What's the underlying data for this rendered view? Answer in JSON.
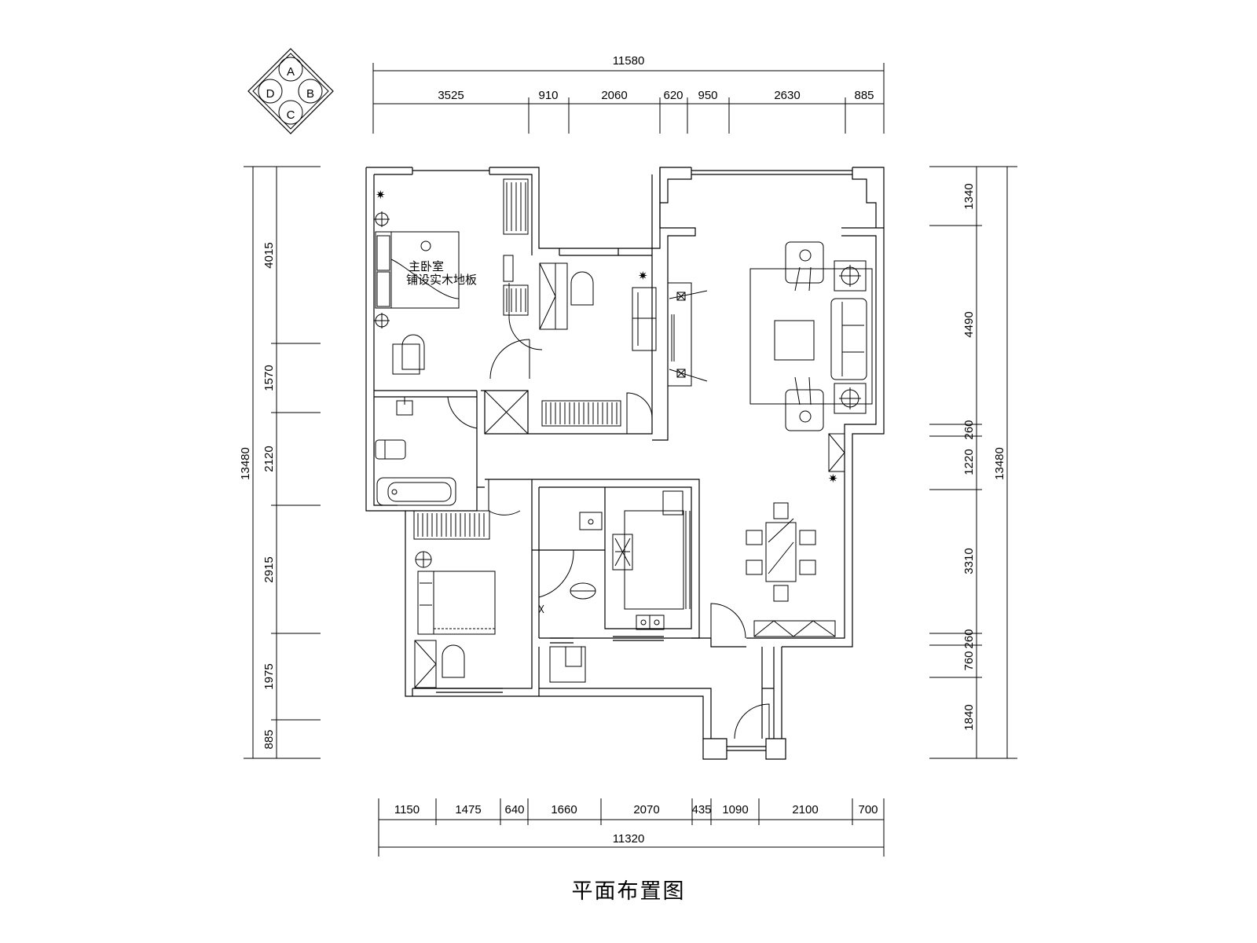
{
  "title": "平面布置图",
  "compass": {
    "labels": [
      "A",
      "B",
      "C",
      "D"
    ]
  },
  "bedroom_label": {
    "line1": "主卧室",
    "line2": "铺设实木地板"
  },
  "top_dims": {
    "total": "11580",
    "segments": [
      "3525",
      "910",
      "2060",
      "620",
      "950",
      "2630",
      "885"
    ]
  },
  "bottom_dims": {
    "total": "11320",
    "segments": [
      "1150",
      "1475",
      "640",
      "1660",
      "2070",
      "435",
      "1090",
      "2100",
      "700"
    ]
  },
  "left_dims": {
    "total": "13480",
    "segments": [
      "4015",
      "1570",
      "2120",
      "2915",
      "1975",
      "885"
    ]
  },
  "right_dims": {
    "total": "13480",
    "segments": [
      "1340",
      "4490",
      "260",
      "1220",
      "3310",
      "260",
      "760",
      "1840"
    ]
  }
}
